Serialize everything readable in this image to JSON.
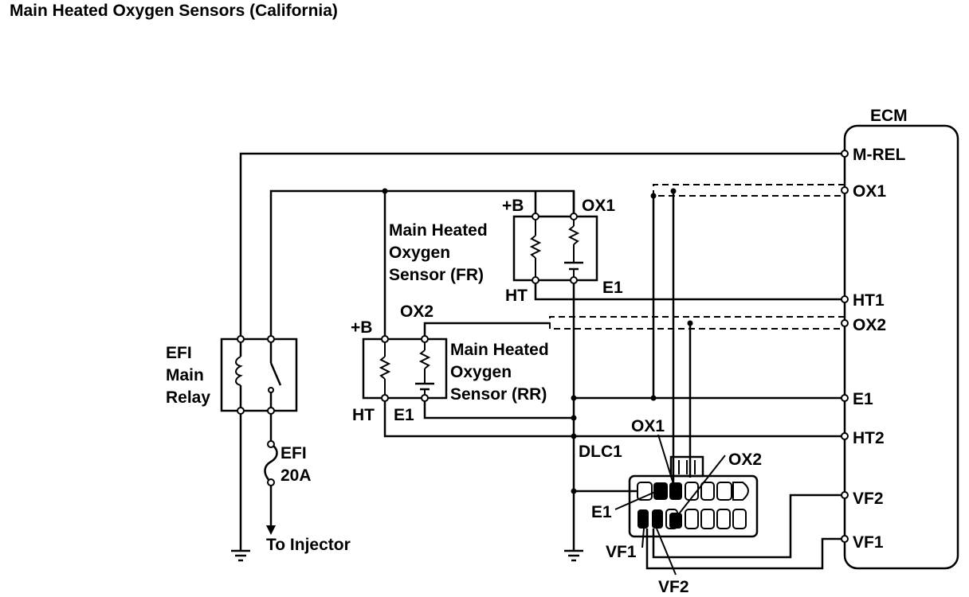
{
  "title": "Main Heated Oxygen Sensors (California)",
  "ecm": {
    "label": "ECM",
    "pins": [
      "M-REL",
      "OX1",
      "HT1",
      "OX2",
      "E1",
      "HT2",
      "VF2",
      "VF1"
    ]
  },
  "relay": {
    "lines": [
      "EFI",
      "Main",
      "Relay"
    ]
  },
  "fuse": {
    "lines": [
      "EFI",
      "20A"
    ]
  },
  "injector": "To Injector",
  "sensor_fr": {
    "lines": [
      "Main Heated",
      "Oxygen",
      "Sensor (FR)"
    ],
    "b": "+B",
    "ox": "OX1",
    "ht": "HT",
    "e1": "E1"
  },
  "sensor_rr": {
    "lines": [
      "Main Heated",
      "Oxygen",
      "Sensor (RR)"
    ],
    "b": "+B",
    "ox": "OX2",
    "ht": "HT",
    "e1": "E1"
  },
  "dlc": {
    "label": "DLC1",
    "ox1": "OX1",
    "ox2": "OX2",
    "e1": "E1",
    "vf1": "VF1",
    "vf2": "VF2"
  }
}
